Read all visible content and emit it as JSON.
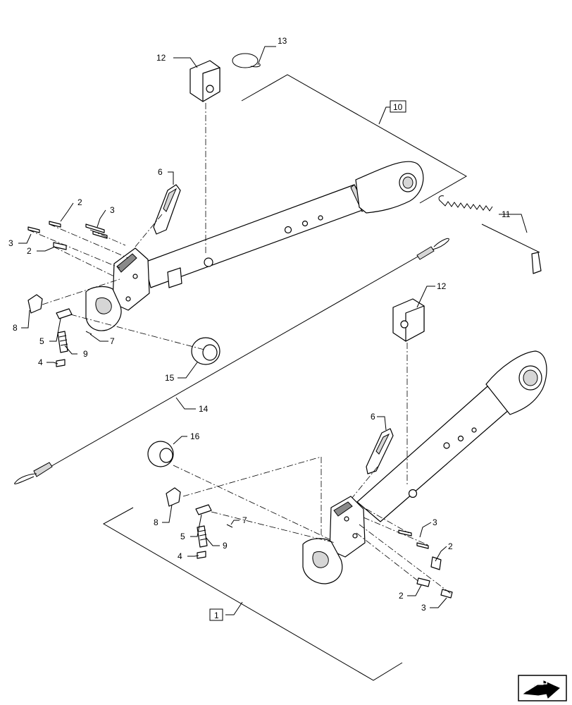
{
  "callouts": {
    "c1": "1",
    "c2a": "2",
    "c2b": "2",
    "c2c": "2",
    "c2d": "2",
    "c3a": "3",
    "c3b": "3",
    "c3c": "3",
    "c3d": "3",
    "c4a": "4",
    "c4b": "4",
    "c5a": "5",
    "c5b": "5",
    "c6a": "6",
    "c6b": "6",
    "c7a": "7",
    "c7b": "7",
    "c8a": "8",
    "c8b": "8",
    "c9a": "9",
    "c9b": "9",
    "c10": "10",
    "c11": "11",
    "c12a": "12",
    "c12b": "12",
    "c13": "13",
    "c14": "14",
    "c15": "15",
    "c16": "16"
  },
  "nav_icon": "arrow-next-icon"
}
